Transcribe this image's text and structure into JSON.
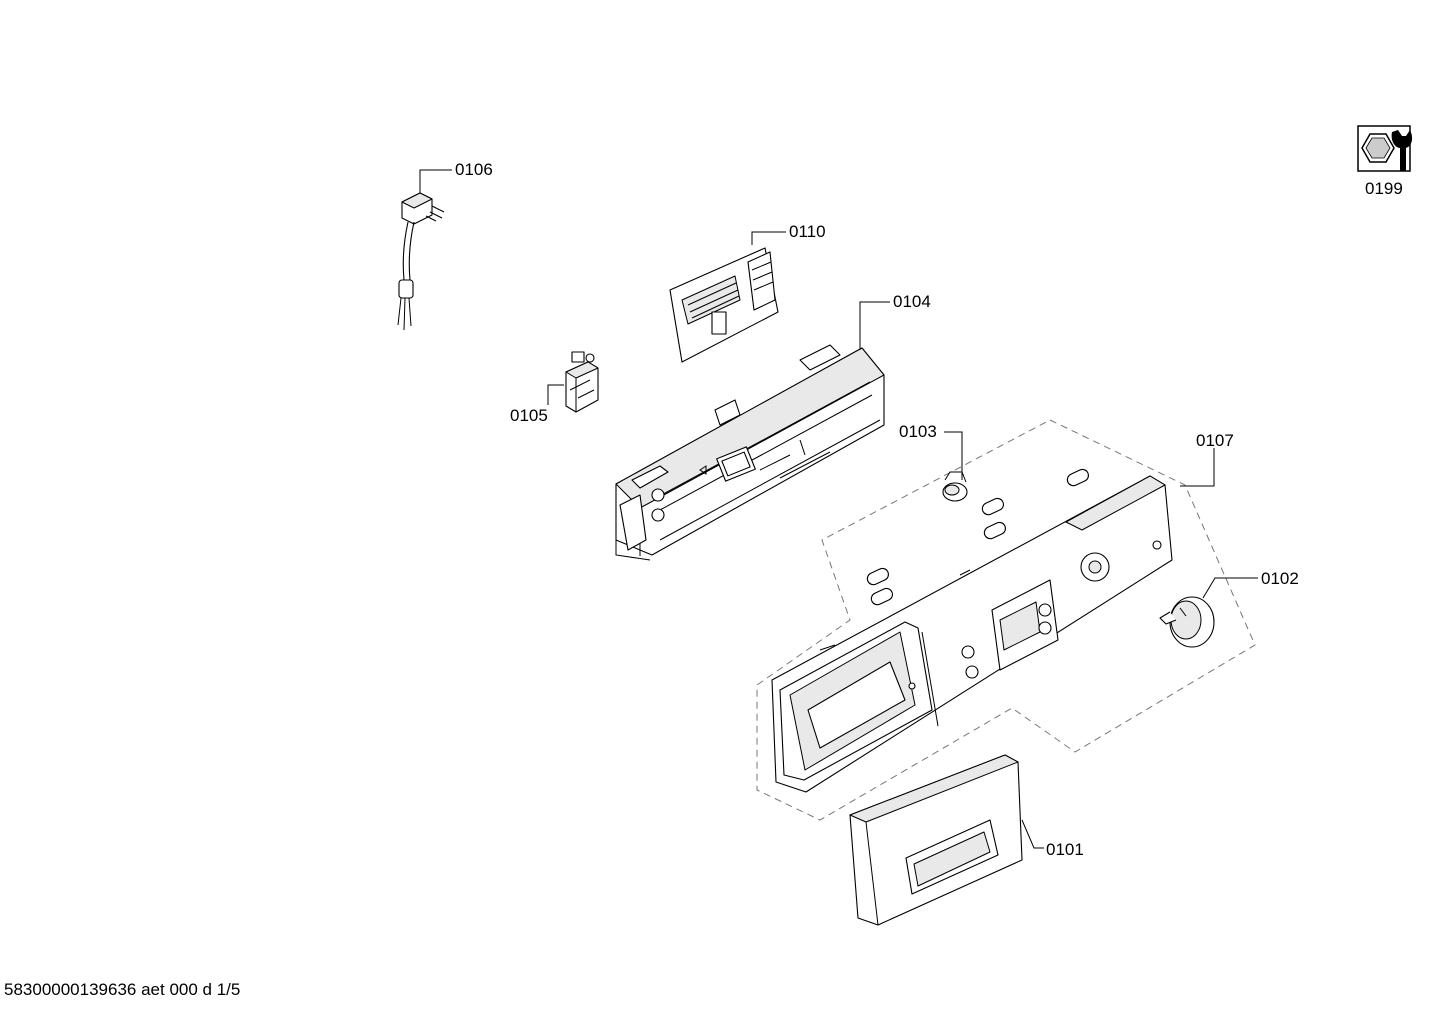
{
  "parts": [
    {
      "id": "p0106",
      "label": "0106",
      "name": "mains-cable"
    },
    {
      "id": "p0110",
      "label": "0110",
      "name": "circuit-board"
    },
    {
      "id": "p0104",
      "label": "0104",
      "name": "module-housing"
    },
    {
      "id": "p0105",
      "label": "0105",
      "name": "switch"
    },
    {
      "id": "p0103",
      "label": "0103",
      "name": "push-button"
    },
    {
      "id": "p0107",
      "label": "0107",
      "name": "control-panel-fascia"
    },
    {
      "id": "p0102",
      "label": "0102",
      "name": "selector-knob"
    },
    {
      "id": "p0101",
      "label": "0101",
      "name": "dispenser-handle"
    },
    {
      "id": "p0199",
      "label": "0199",
      "name": "service-tool-icon"
    }
  ],
  "footer": "58300000139636 aet 000 d 1/5"
}
